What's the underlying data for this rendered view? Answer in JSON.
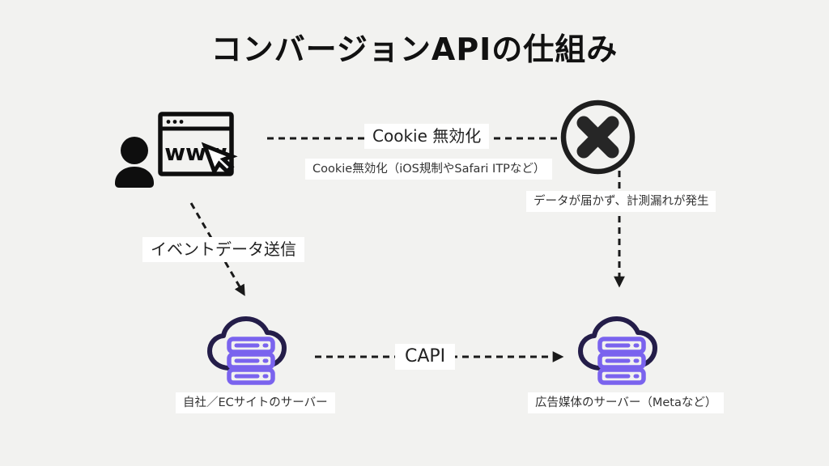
{
  "page": {
    "title": "コンバージョンAPIの仕組み"
  },
  "labels": {
    "cookie_disable": "Cookie 無効化",
    "cookie_disable_note": "Cookie無効化（iOS規制やSafari ITPなど）",
    "data_loss": "データが届かず、計測漏れが発生",
    "event_data_send": "イベントデータ送信",
    "capi": "CAPI",
    "left_server": "自社／ECサイトのサーバー",
    "right_server": "広告媒体のサーバー（Metaなど）"
  },
  "icons": {
    "browser_text": "www",
    "user_icon": "user-silhouette",
    "browser_icon": "browser-window-with-cursor",
    "blocked_icon": "circle-x-blocked",
    "server_icon": "cloud-server"
  },
  "colors": {
    "background": "#f2f2f0",
    "ink": "#1a1a1a",
    "cloud_outline": "#241d49",
    "server_purple": "#7a63ee",
    "label_background": "#ffffff"
  }
}
